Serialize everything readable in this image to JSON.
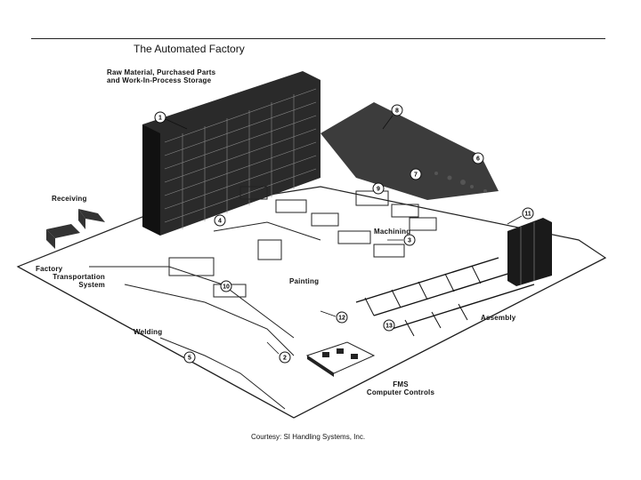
{
  "title": "The Automated Factory",
  "credit": "Courtesy: SI Handling Systems, Inc.",
  "labels": {
    "storage_line1": "Raw Material, Purchased Parts",
    "storage_line2": "and Work-In-Process Storage",
    "receiving": "Receiving",
    "transport_line1": "Factory",
    "transport_line2": "Transportation",
    "transport_line3": "System",
    "machining": "Machining",
    "painting": "Painting",
    "welding": "Welding",
    "assembly": "Assembly",
    "fms_line1": "FMS",
    "fms_line2": "Computer Controls"
  },
  "callouts": [
    "1",
    "2",
    "3",
    "4",
    "5",
    "6",
    "7",
    "8",
    "9",
    "10",
    "11",
    "12",
    "13"
  ]
}
